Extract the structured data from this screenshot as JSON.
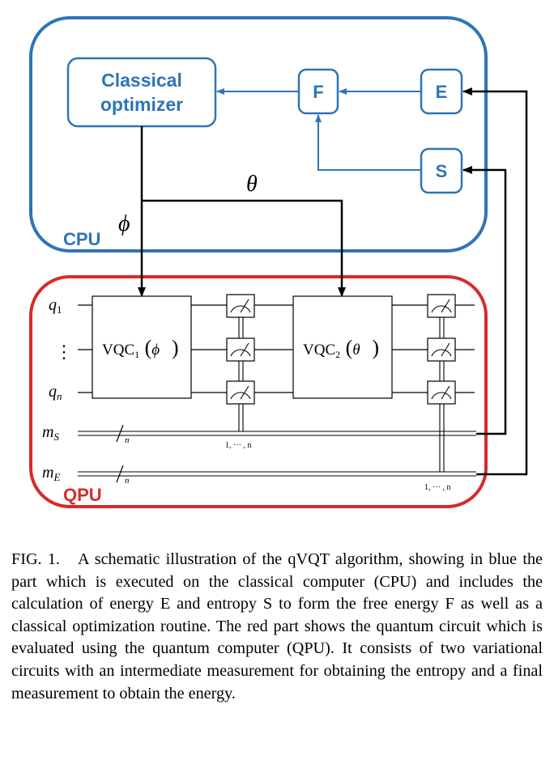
{
  "diagram": {
    "cpu": {
      "label": "CPU",
      "color": "#2e75b6"
    },
    "qpu": {
      "label": "QPU",
      "color": "#d62b2b"
    },
    "optimizer": {
      "line1": "Classical",
      "line2": "optimizer"
    },
    "boxes": {
      "F": "F",
      "E": "E",
      "S": "S"
    },
    "params": {
      "theta": "θ",
      "phi": "ϕ"
    },
    "wires": {
      "q1": "q",
      "q1_sub": "1",
      "dots": "⋮",
      "qn": "q",
      "qn_sub": "n",
      "mS": "m",
      "mS_sub": "S",
      "mE": "m",
      "mE_sub": "E"
    },
    "gates": {
      "vqc1": {
        "name": "VQC",
        "sub": "1",
        "arg": "ϕ⃗"
      },
      "vqc2": {
        "name": "VQC",
        "sub": "2",
        "arg": "θ⃗"
      }
    },
    "bus_slash_label": "n",
    "readout_label": "1, ··· , n"
  },
  "caption": {
    "label": "FIG. 1.",
    "text": "A schematic illustration of the qVQT algorithm, showing in blue the part which is executed on the classical computer (CPU) and includes the calculation of energy E and entropy S to form the free energy F as well as a classical optimization routine. The red part shows the quantum circuit which is evaluated using the quantum computer (QPU). It consists of two variational circuits with an intermediate measurement for obtaining the entropy and a final measurement to obtain the energy."
  }
}
